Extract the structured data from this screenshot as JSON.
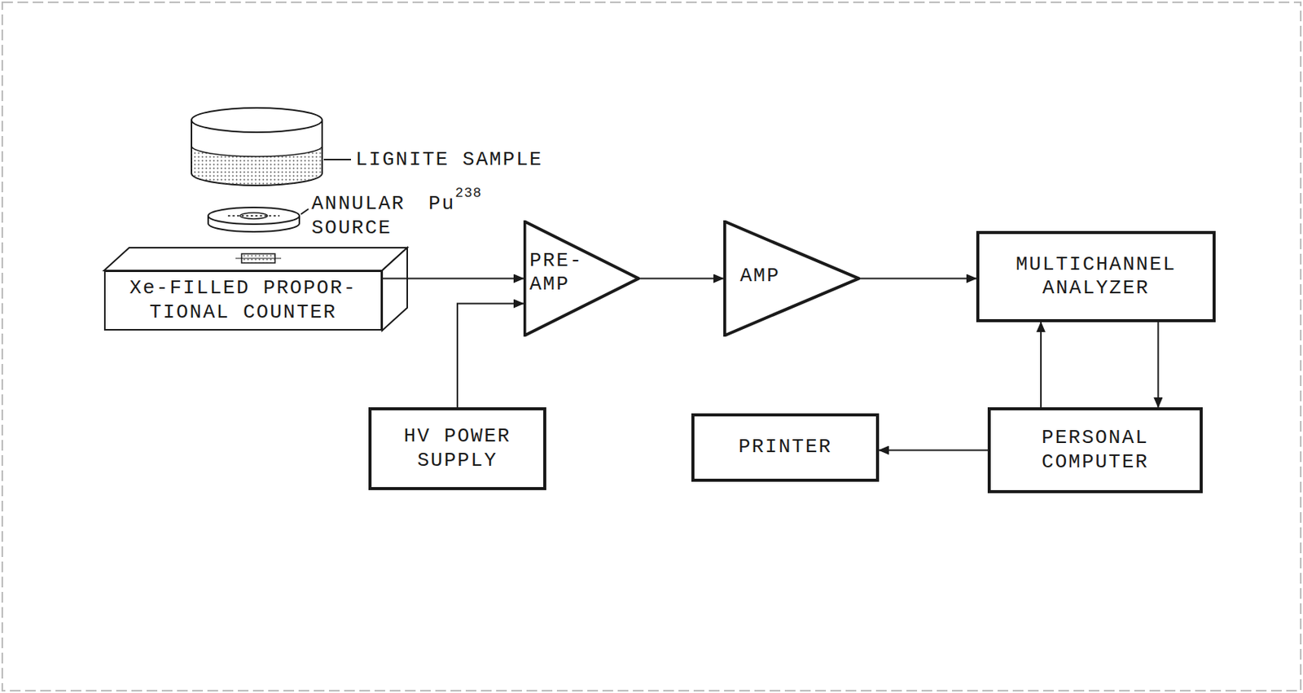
{
  "diagram": {
    "nodes": [
      {
        "text": [
          "Xe-FILLED PROPOR- TIONAL COUNTER"
        ]
      },
      {
        "text": [
          "PRE- AMP"
        ]
      },
      {
        "text": [
          "AMP"
        ]
      },
      {
        "text": [
          "MULTICHANNEL ANALYZER"
        ]
      },
      {
        "text": [
          "HV POWER SUPPLY"
        ]
      },
      {
        "text": [
          "PRINTER"
        ]
      },
      {
        "text": [
          "PERSONAL COMPUTER"
        ]
      }
    ],
    "edges": [
      {
        "from": 0,
        "to": 1,
        "arrow": "to"
      },
      {
        "from": 4,
        "to": 1,
        "arrow": "to"
      },
      {
        "from": 1,
        "to": 2,
        "arrow": "to"
      },
      {
        "from": 2,
        "to": 3,
        "arrow": "to"
      },
      {
        "from": 3,
        "to": 6,
        "arrow": "to"
      },
      {
        "from": 6,
        "to": 3,
        "arrow": "to"
      },
      {
        "from": 6,
        "to": 5,
        "arrow": "to"
      }
    ],
    "labels": [
      "LIGNITE SAMPLE",
      "ANNULAR",
      "Pu",
      "238",
      "SOURCE"
    ]
  }
}
